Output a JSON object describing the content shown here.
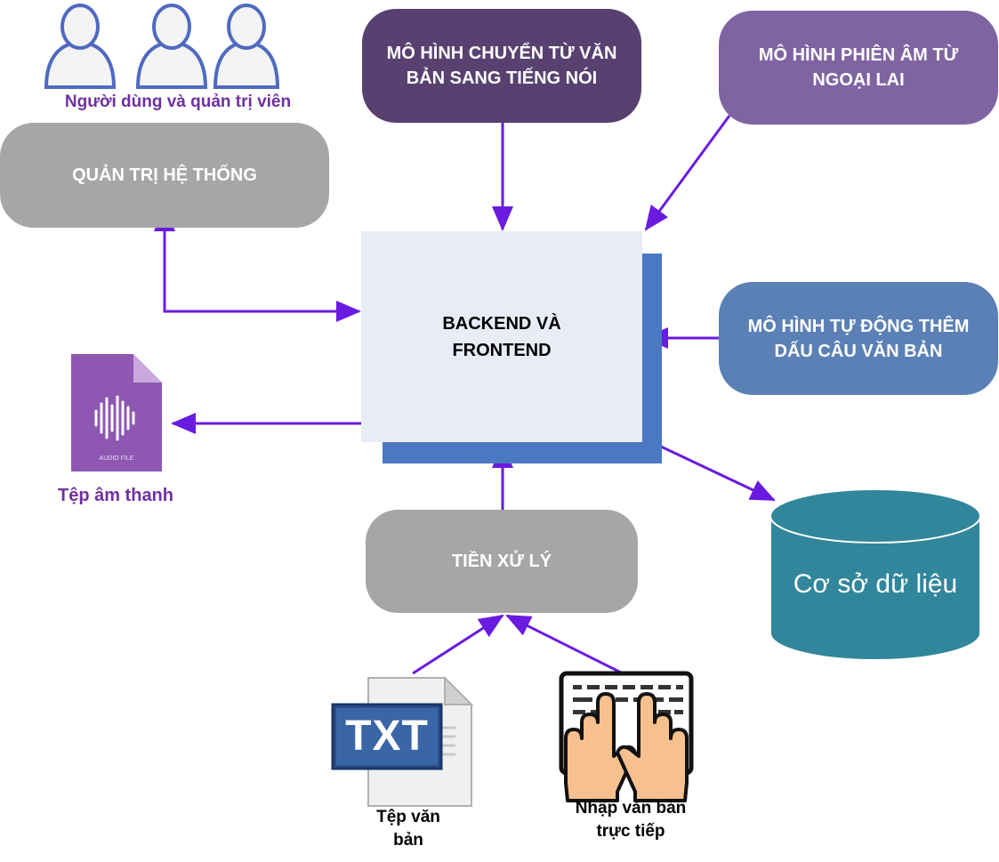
{
  "users": {
    "label": "Người dùng và quản trị viên"
  },
  "admin": {
    "label": "QUẢN TRỊ HỆ THỐNG"
  },
  "tts_model": {
    "label": "MÔ HÌNH CHUYỂN TỪ VĂN BẢN SANG TIẾNG NÓI"
  },
  "loanword_model": {
    "label": "MÔ HÌNH PHIÊN ÂM TỪ NGOẠI LAI"
  },
  "core": {
    "label": "BACKEND VÀ FRONTEND"
  },
  "punctuation_model": {
    "label": "MÔ HÌNH TỰ ĐỘNG THÊM DẤU CÂU VĂN BẢN"
  },
  "audio_file": {
    "icon_text": "AUDIO FILE",
    "label": "Tệp âm thanh"
  },
  "preprocess": {
    "label": "TIỀN XỬ LÝ"
  },
  "database": {
    "label": "Cơ sở dữ liệu"
  },
  "text_file": {
    "icon_text": "TXT",
    "label": "Tệp văn bản"
  },
  "keyboard_input": {
    "label": "Nhập văn bản trực tiếp"
  },
  "colors": {
    "arrow": "#6a1be0",
    "gray_box": "#a6a6a6",
    "tts_box": "#584170",
    "loanword_box": "#8064a2",
    "punct_box": "#5b80b6",
    "core_front": "#e8ecf7",
    "core_back": "#4a78c2",
    "db": "#31869b",
    "purple_text": "#7030a0"
  }
}
